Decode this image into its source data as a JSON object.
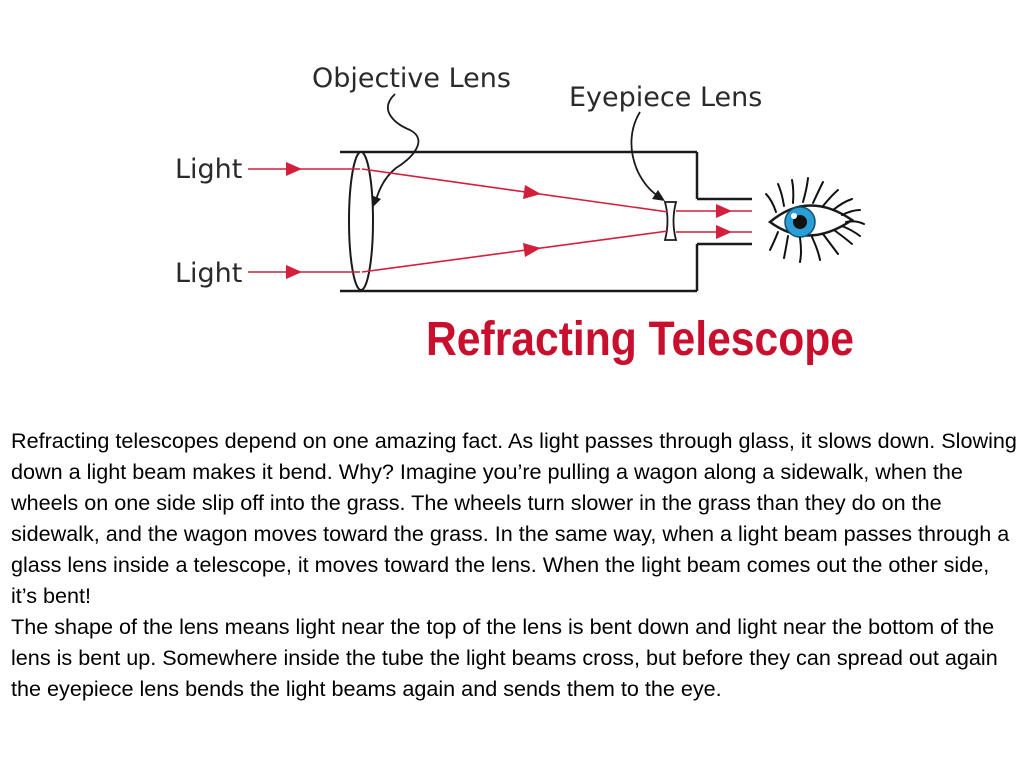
{
  "diagram": {
    "title": "Refracting Telescope",
    "labels": {
      "objective_lens": "Objective Lens",
      "eyepiece_lens": "Eyepiece Lens",
      "light_top": "Light",
      "light_bottom": "Light"
    },
    "icons": [
      "objective-lens-icon",
      "eyepiece-lens-icon",
      "eye-icon",
      "arrow-icon"
    ],
    "colors": {
      "title": "#c8102e",
      "light_ray": "#d31f3c",
      "tube": "#1a1a1a",
      "iris": "#2a9fd6"
    }
  },
  "text": {
    "paragraph1": "Refracting telescopes depend on one amazing fact. As light passes through glass, it slows down. Slowing down a light beam makes it bend. Why? Imagine you’re pulling a wagon along a sidewalk, when the wheels on one side slip off into the grass. The wheels turn slower in the grass than they do on the sidewalk, and the wagon moves toward the grass. In the same way, when a light beam passes through a glass lens inside a telescope, it moves toward the lens. When the light beam comes out the other side, it’s bent!",
    "paragraph2": "The shape of the lens means light near the top of the lens is bent down and light near the bottom of the lens is bent up. Somewhere inside the tube the light beams cross, but before they can spread out again the eyepiece lens bends the light beams again and sends them to the eye."
  }
}
